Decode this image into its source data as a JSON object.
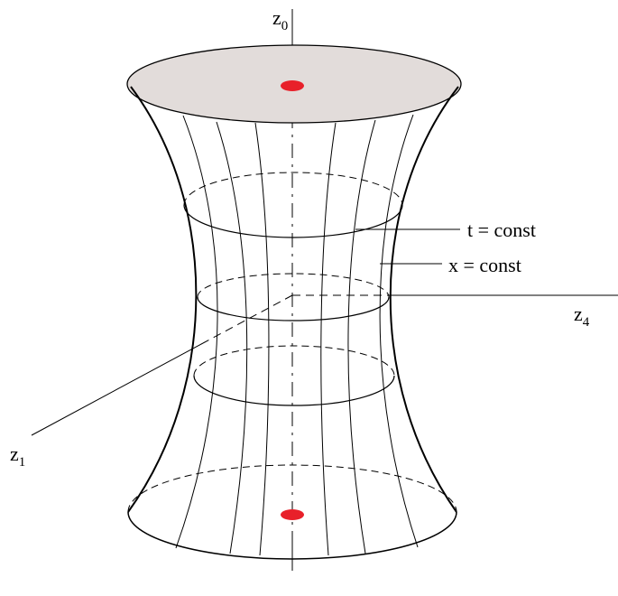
{
  "axes": {
    "z0": {
      "base": "z",
      "sub": "0"
    },
    "z1": {
      "base": "z",
      "sub": "1"
    },
    "z4": {
      "base": "z",
      "sub": "4"
    }
  },
  "annotations": {
    "t_const": "t = const",
    "x_const": "x = const"
  },
  "colors": {
    "cap_fill": "#e2dcda",
    "point": "#e8202a",
    "line": "#000000"
  }
}
